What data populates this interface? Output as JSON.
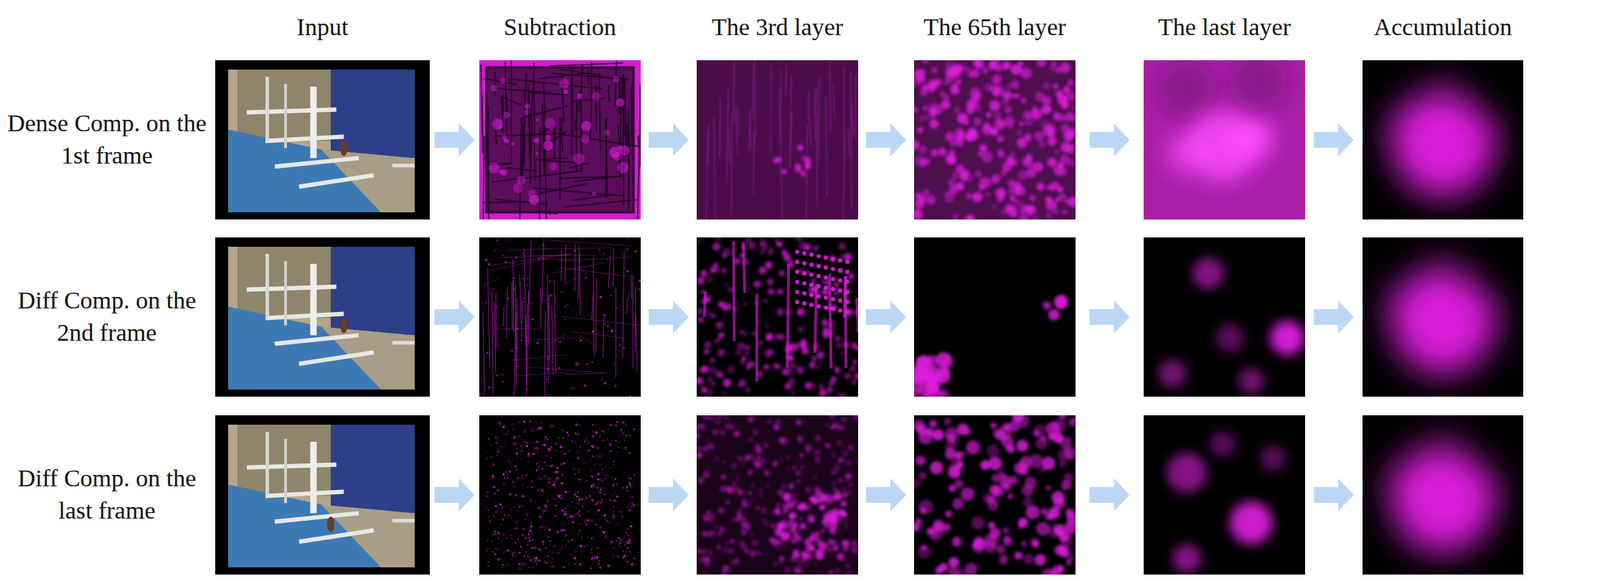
{
  "diagram": {
    "labels": [
      "Input",
      "Subtraction",
      "The 3rd layer",
      "The 65th layer",
      "The last layer",
      "Accumulation",
      "Dense Comp. on the 1st frame",
      "Diff Comp. on the 2nd frame",
      "Diff Comp. on the last frame"
    ]
  }
}
